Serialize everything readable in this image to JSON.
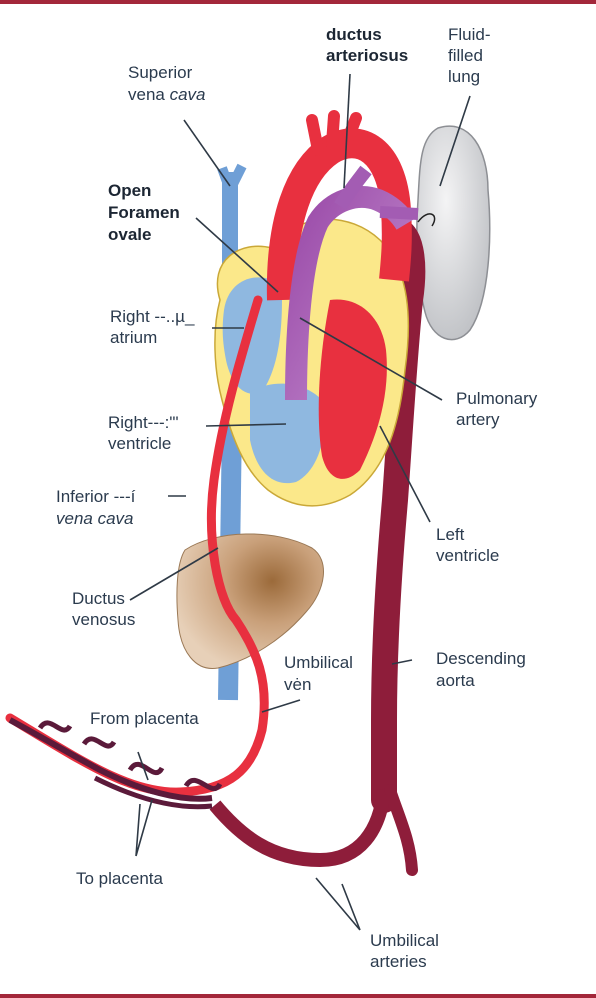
{
  "colors": {
    "frame": "#a3273a",
    "oxygenated": "#e8303f",
    "deoxygenated": "#8fb8e0",
    "mixed": "#b779c8",
    "aorta": "#8e1d3a",
    "heart_wall": "#fbe88a",
    "lung": "#d6d7da",
    "liver": "#c9a07a",
    "cord": "#5b1a3a"
  },
  "labels": {
    "ductus_arteriosus": [
      "ductus",
      "arteriosus"
    ],
    "fluid_filled_lung": [
      "Fluid-",
      "filled",
      "lung"
    ],
    "superior_vena_cava": [
      "Superior",
      "vena ",
      "cava"
    ],
    "open_foramen_ovale": [
      "Open",
      "Foramen",
      "ovale"
    ],
    "right_atrium": [
      "Right --..µ_",
      "atrium"
    ],
    "right_ventricle": [
      "Right---:\"'",
      "ventricle"
    ],
    "pulmonary_artery": [
      "Pulmonary",
      "artery"
    ],
    "inferior_vena_cava": [
      "Inferior ---í",
      "vena cava"
    ],
    "left_ventricle": [
      "Left",
      "ventricle"
    ],
    "ductus_venosus": [
      "Ductus",
      "venosus"
    ],
    "umbilical_vein": [
      "Umbilical",
      "vėn"
    ],
    "descending_aorta": [
      "Descending",
      "aorta"
    ],
    "from_placenta": "From placenta",
    "to_placenta": "To placenta",
    "umbilical_arteries": [
      "Umbilical",
      "arteries"
    ]
  }
}
